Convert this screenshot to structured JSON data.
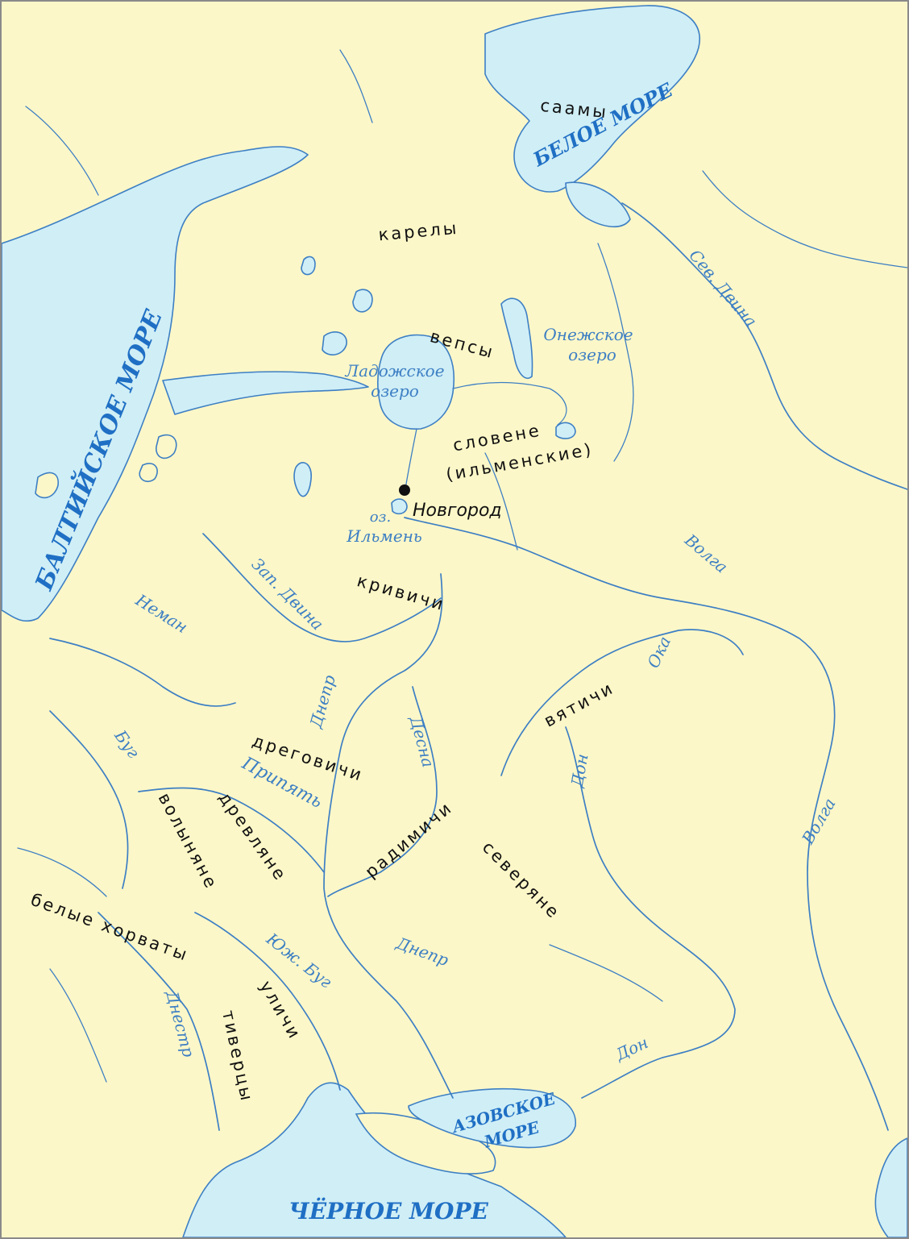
{
  "seas": {
    "baltic": "БАЛТИЙСКОЕ МОРЕ",
    "white": "БЕЛОЕ МОРЕ",
    "black": "ЧЁРНОЕ МОРЕ",
    "azov_line1": "АЗОВСКОЕ",
    "azov_line2": "МОРЕ"
  },
  "lakes": {
    "ladoga_line1": "Ладожское",
    "ladoga_line2": "озеро",
    "onega_line1": "Онежское",
    "onega_line2": "озеро",
    "ilmen_line1": "оз.",
    "ilmen_line2": "Ильмень"
  },
  "rivers": {
    "sev_dvina": "Сев. Двина",
    "volga_north": "Волга",
    "volga_south": "Волга",
    "zap_dvina": "Зап. Двина",
    "neman": "Неман",
    "dnepr_north": "Днепр",
    "dnepr_south": "Днепр",
    "desna": "Десна",
    "oka": "Ока",
    "don_north": "Дон",
    "don_south": "Дон",
    "bug": "Буг",
    "pripyat": "Припять",
    "yuzh_bug": "Юж. Буг",
    "dnestr": "Днестр"
  },
  "tribes": {
    "saamy": "саамы",
    "karely": "карелы",
    "vepsy": "вепсы",
    "slovene_line1": "словене",
    "slovene_line2": "(ильменские)",
    "krivichi": "кривичи",
    "vyatichi": "вятичи",
    "dregovichi": "дреговичи",
    "drevlyane": "древляне",
    "volynyane": "волыняне",
    "radimichi": "радимичи",
    "severyane": "северяне",
    "belye_horvaty": "белые хорваты",
    "ulichi": "уличи",
    "tivertsy": "тиверцы"
  },
  "cities": {
    "novgorod": "Новгород"
  },
  "colors": {
    "land": "#fcf7c8",
    "water": "#cfeef6",
    "river": "#3d7fc4",
    "tribe_text": "#111111"
  }
}
